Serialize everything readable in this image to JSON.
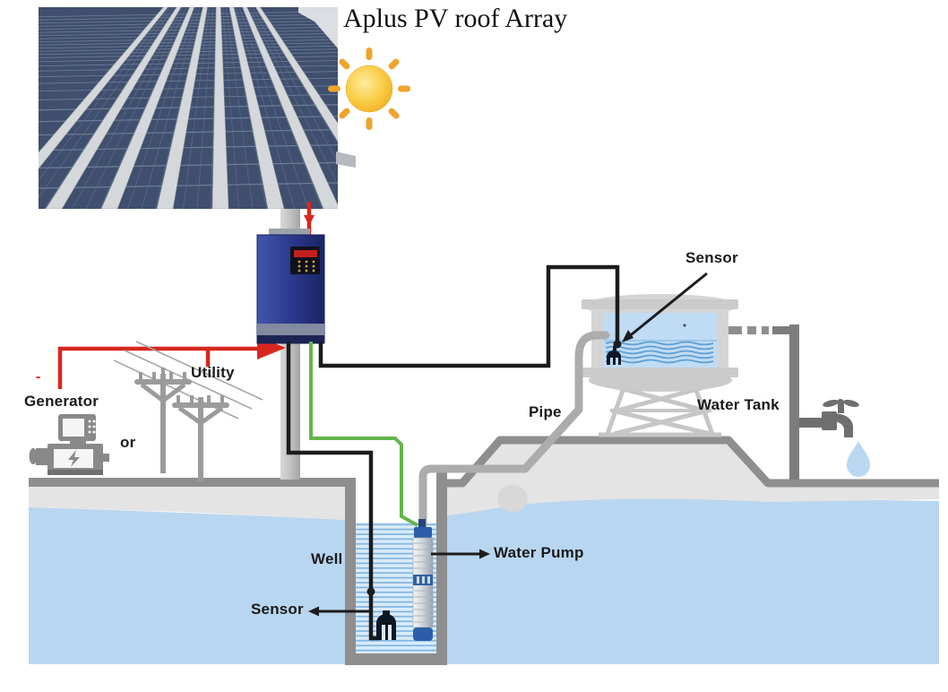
{
  "title": "Aplus PV roof Array",
  "diagram": {
    "labels": {
      "generator": "Generator",
      "or": "or",
      "utility": "Utility",
      "generator_polarity": "-",
      "tank_sensor": "Sensor",
      "pipe": "Pipe",
      "water_tank": "Water Tank",
      "well": "Well",
      "water_pump": "Water Pump",
      "well_sensor": "Sensor"
    },
    "icons": [
      "pv-roof-photo",
      "sun-icon",
      "inverter-icon",
      "mount-pole",
      "generator-icon",
      "utility-poles-icon",
      "water-tank-icon",
      "tank-tower-icon",
      "tank-sensor-icon",
      "well-sensor-icon",
      "water-pump-icon",
      "pipe",
      "faucet-icon",
      "water-drop-icon",
      "well",
      "ground-water"
    ]
  },
  "colors": {
    "wire_red": "#d7271d",
    "wire_black": "#1c1c1c",
    "wire_green": "#63b64b",
    "pipe_gray": "#acacac",
    "structure_gray": "#8e8e8e",
    "soil_gray": "#e4e4e4",
    "groundwater_blue": "#b9d6f0",
    "well_water_blue": "#d9ebfa",
    "tank_water_blue": "#bfdcf4",
    "wave_blue": "#5f9fd2",
    "tank_gray": "#cbcbcb",
    "inverter_blue": "#2c3a8e",
    "sun_yellow": "#f6c331",
    "label_black": "#1a1a1a"
  }
}
